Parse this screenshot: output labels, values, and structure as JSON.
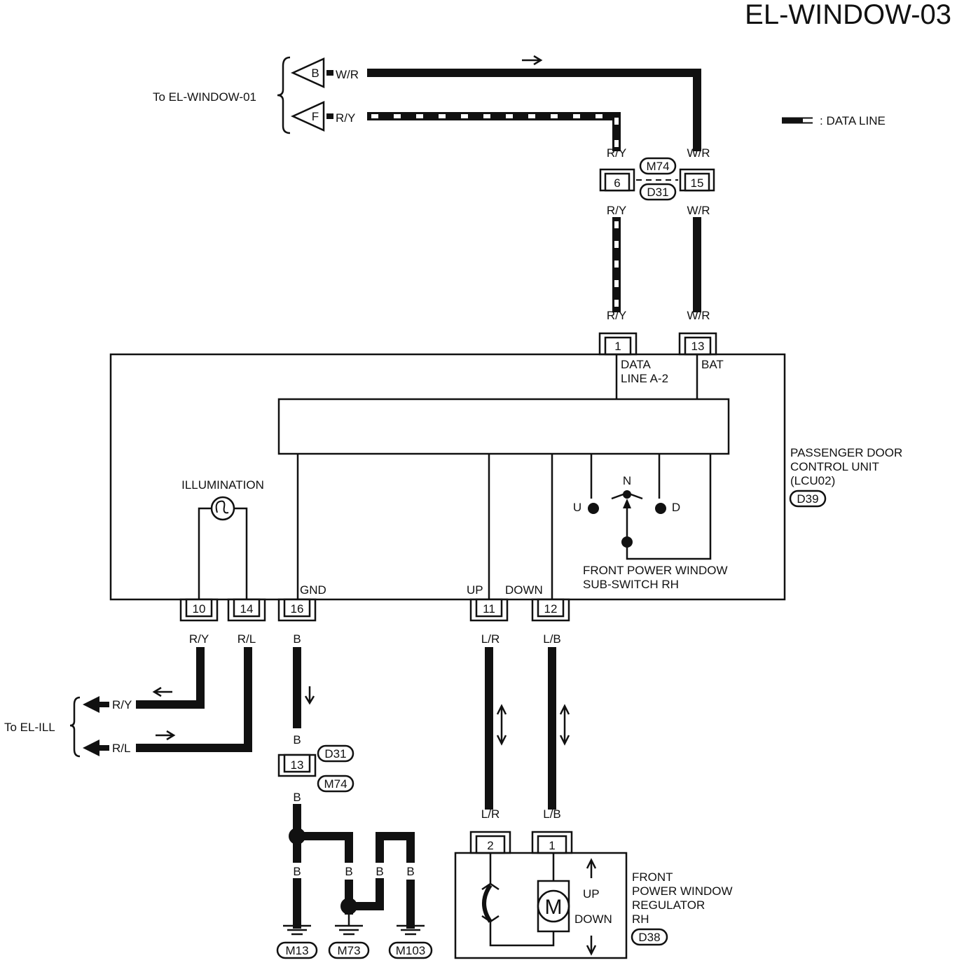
{
  "title": "EL-WINDOW-03",
  "legend": {
    "data_line": ": DATA LINE"
  },
  "refs": {
    "window01": "To EL-WINDOW-01",
    "ill": "To EL-ILL"
  },
  "arrows_in": {
    "b": "B",
    "f": "F"
  },
  "wires": {
    "wr": "W/R",
    "ry": "R/Y",
    "rl": "R/L",
    "b": "B",
    "lr": "L/R",
    "lb": "L/B"
  },
  "connectors": {
    "m74": "M74",
    "d31": "D31",
    "d39": "D39",
    "d38": "D38",
    "m13": "M13",
    "m73": "M73",
    "m103": "M103"
  },
  "pins": {
    "p6": "6",
    "p15": "15",
    "p1": "1",
    "p13": "13",
    "p10": "10",
    "p14": "14",
    "p16": "16",
    "p11": "11",
    "p12": "12",
    "j13": "13",
    "r2": "2",
    "r1": "1"
  },
  "unit": {
    "data_line_1": "DATA",
    "data_line_2": "LINE A-2",
    "bat": "BAT",
    "illumination": "ILLUMINATION",
    "gnd": "GND",
    "up": "UP",
    "down": "DOWN",
    "name_1": "PASSENGER DOOR",
    "name_2": "CONTROL UNIT",
    "name_3": "(LCU02)",
    "switch_1": "FRONT POWER WINDOW",
    "switch_2": "SUB-SWITCH RH",
    "sw_u": "U",
    "sw_n": "N",
    "sw_d": "D"
  },
  "regulator": {
    "name_1": "FRONT",
    "name_2": "POWER WINDOW",
    "name_3": "REGULATOR",
    "name_4": "RH",
    "motor": "M",
    "up": "UP",
    "down": "DOWN"
  }
}
